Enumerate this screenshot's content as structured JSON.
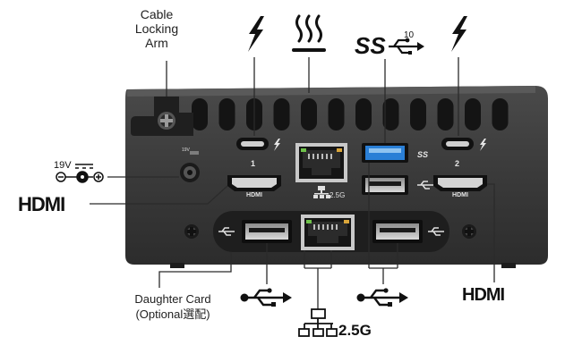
{
  "labels": {
    "cable_arm": "Cable\nLocking\nArm",
    "voltage": "19V",
    "voltage_small": "19V",
    "port_1": "1",
    "port_2": "2",
    "ten_gbps": "10",
    "eth_small": "2.5G",
    "daughter_card": "Daughter Card\n(Optional選配)",
    "eth_bottom": "2.5G"
  },
  "icons": {
    "thunderbolt_left": "thunderbolt-icon",
    "heat": "heat-exhaust-icon",
    "superspeed": "usb-superspeed-10-icon",
    "thunderbolt_right": "thunderbolt-icon",
    "dc_in": "dc-power-icon",
    "hdmi": "hdmi-logo",
    "usb": "usb-icon",
    "ethernet": "network-icon"
  },
  "colors": {
    "chassis": "#3a3a3a",
    "chassis_dark": "#262626",
    "usb3_blue": "#2a7fd6",
    "port_black": "#121212",
    "line": "#2b2b2b"
  }
}
